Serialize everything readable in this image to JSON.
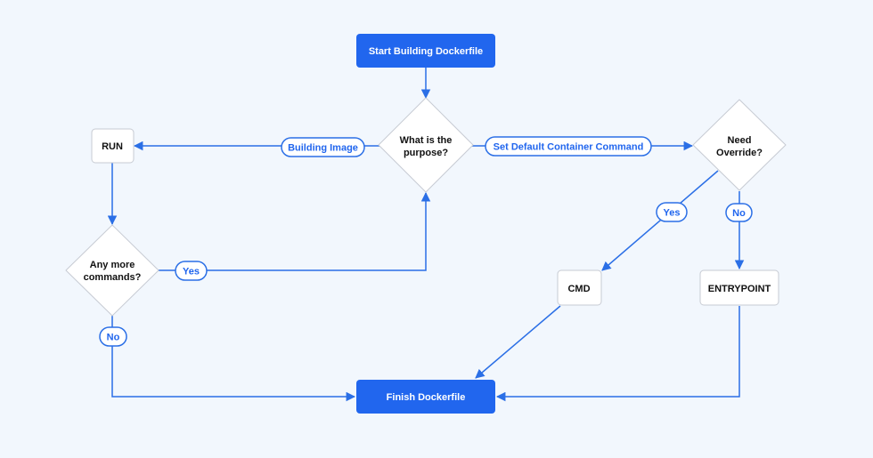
{
  "colors": {
    "background": "#f2f7fd",
    "primary": "#2166ee",
    "edge": "#2b6fe6",
    "node_border": "#c7cbd3"
  },
  "nodes": {
    "start": "Start Building Dockerfile",
    "purpose": [
      "What is the",
      "purpose?"
    ],
    "run": "RUN",
    "more_commands": [
      "Any more",
      "commands?"
    ],
    "need_override": [
      "Need",
      "Override?"
    ],
    "cmd": "CMD",
    "entrypoint": "ENTRYPOINT",
    "finish": "Finish Dockerfile"
  },
  "edge_labels": {
    "building_image": "Building Image",
    "set_default": "Set Default Container Command",
    "yes_loop": "Yes",
    "no_finish": "No",
    "yes_override": "Yes",
    "no_override": "No"
  }
}
